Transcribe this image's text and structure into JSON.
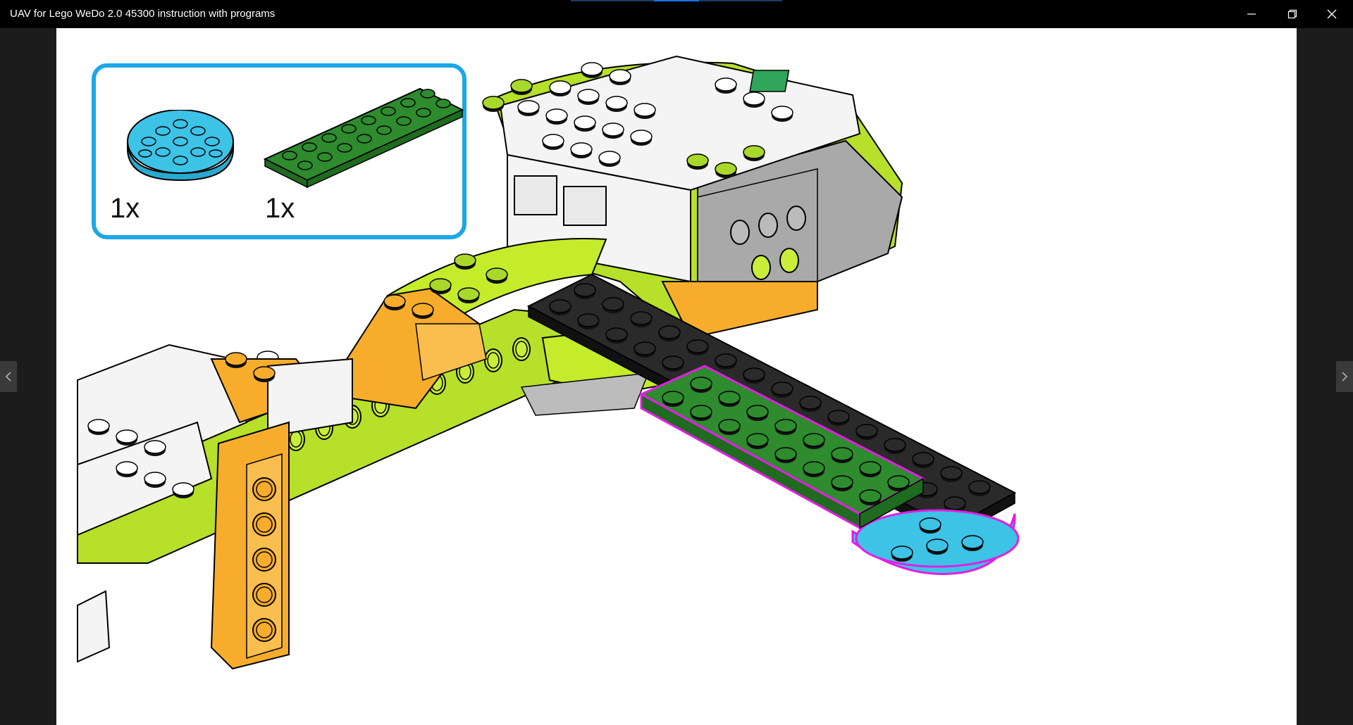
{
  "window": {
    "title": "UAV for Lego WeDo 2.0 45300 instruction with programs",
    "buttons": [
      "minimize-icon",
      "restore-icon",
      "close-icon"
    ]
  },
  "navigation": {
    "prev_icon": "chevron-left-icon",
    "next_icon": "chevron-right-icon"
  },
  "parts_list": [
    {
      "part": "round-plate-4x4-blue",
      "quantity": "1x",
      "color": "#3cc3e6"
    },
    {
      "part": "plate-2x8-green",
      "quantity": "1x",
      "color": "#2e8b2e"
    }
  ],
  "colors": {
    "lime": "#b6e02a",
    "orange": "#f7ad2b",
    "black_plate": "#222222",
    "highlight": "#e21fe2",
    "box_border": "#1ba7e8"
  }
}
